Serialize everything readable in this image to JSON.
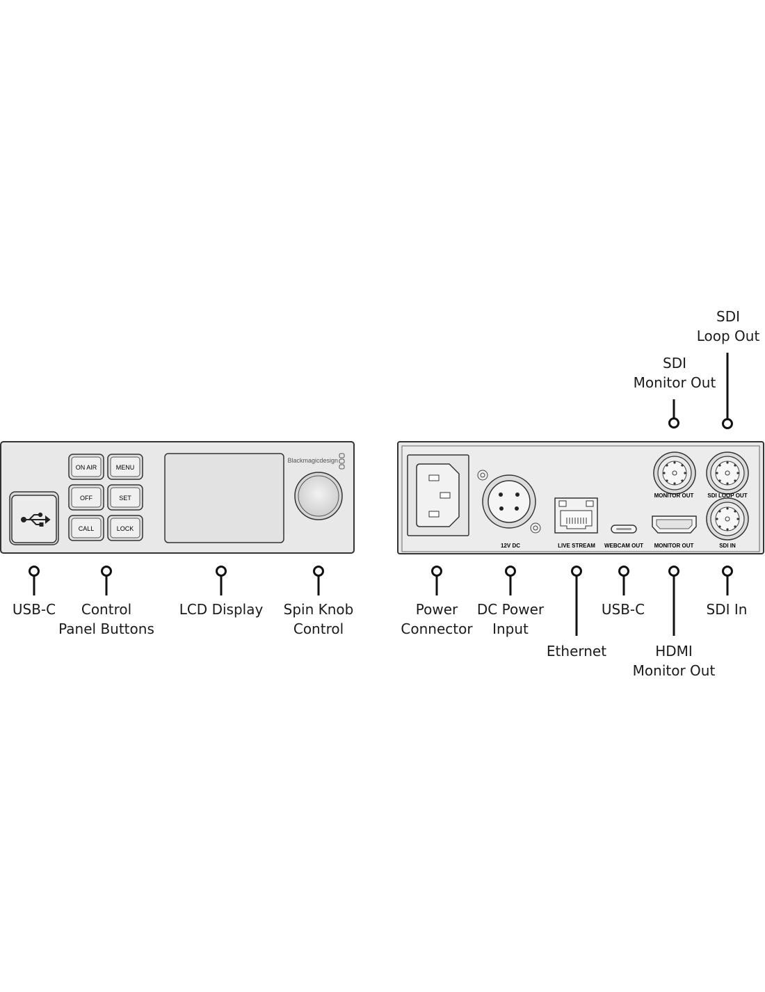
{
  "front_panel": {
    "buttons": [
      {
        "id": "on-air",
        "label": "ON AIR"
      },
      {
        "id": "menu",
        "label": "MENU"
      },
      {
        "id": "off",
        "label": "OFF"
      },
      {
        "id": "set",
        "label": "SET"
      },
      {
        "id": "call",
        "label": "CALL"
      },
      {
        "id": "lock",
        "label": "LOCK"
      }
    ],
    "brand": "Blackmagicdesign"
  },
  "rear_panel": {
    "port_labels": {
      "dc": "12V DC",
      "ethernet": "LIVE STREAM",
      "usb": "WEBCAM OUT",
      "hdmi": "MONITOR OUT",
      "sdi_monitor": "MONITOR OUT",
      "sdi_loop": "SDI LOOP OUT",
      "sdi_in": "SDI IN"
    }
  },
  "callouts": {
    "front": [
      {
        "id": "usb-c",
        "lines": [
          "USB-C"
        ]
      },
      {
        "id": "control-panel-buttons",
        "lines": [
          "Control",
          "Panel Buttons"
        ]
      },
      {
        "id": "lcd-display",
        "lines": [
          "LCD Display"
        ]
      },
      {
        "id": "spin-knob",
        "lines": [
          "Spin Knob",
          "Control"
        ]
      }
    ],
    "rear_bottom": [
      {
        "id": "power-connector",
        "lines": [
          "Power",
          "Connector"
        ]
      },
      {
        "id": "dc-power-input",
        "lines": [
          "DC Power",
          "Input"
        ]
      },
      {
        "id": "ethernet",
        "lines": [
          "Ethernet"
        ]
      },
      {
        "id": "rear-usb-c",
        "lines": [
          "USB-C"
        ]
      },
      {
        "id": "hdmi-monitor-out",
        "lines": [
          "HDMI",
          "Monitor Out"
        ]
      },
      {
        "id": "sdi-in",
        "lines": [
          "SDI In"
        ]
      }
    ],
    "rear_top": [
      {
        "id": "sdi-monitor-out",
        "lines": [
          "SDI",
          "Monitor Out"
        ]
      },
      {
        "id": "sdi-loop-out",
        "lines": [
          "SDI",
          "Loop Out"
        ]
      }
    ]
  }
}
